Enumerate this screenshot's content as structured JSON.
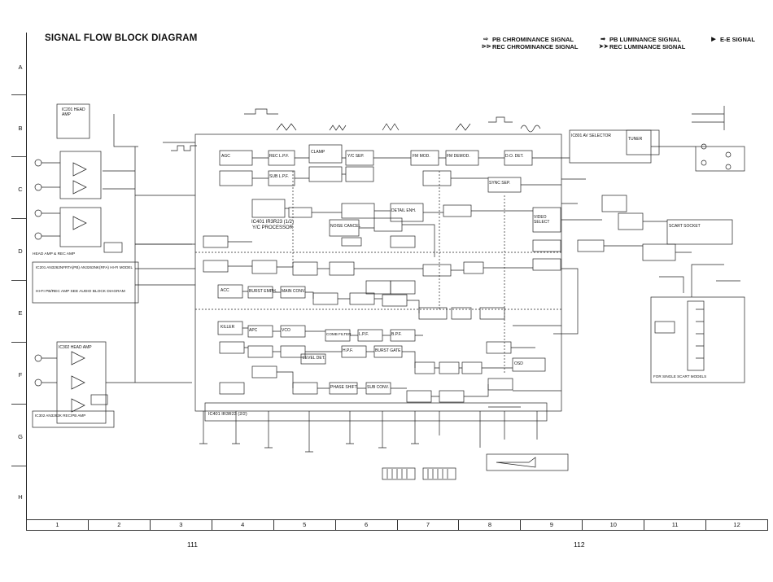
{
  "title": "SIGNAL FLOW BLOCK DIAGRAM",
  "legend": [
    {
      "symbol": "⇨",
      "label": "PB CHROMINANCE SIGNAL"
    },
    {
      "symbol": "⊳⊳",
      "label": "REC CHROMINANCE SIGNAL"
    },
    {
      "symbol": "➡",
      "label": "PB LUMINANCE SIGNAL"
    },
    {
      "symbol": "➤➤",
      "label": "REC LUMINANCE SIGNAL"
    },
    {
      "symbol": "▶",
      "label": "E-E SIGNAL"
    }
  ],
  "row_labels": [
    "A",
    "B",
    "C",
    "D",
    "E",
    "F",
    "G",
    "H"
  ],
  "column_labels": [
    "1",
    "2",
    "3",
    "4",
    "5",
    "6",
    "7",
    "8",
    "9",
    "10",
    "11",
    "12"
  ],
  "page_left": "111",
  "page_right": "112",
  "blocks": {
    "ic_main": "IC401 IR3R23 (1/2) Y/C PROCESSOR",
    "ic_bottom": "IC401 IR3R23 (2/2)",
    "agc": "AGC",
    "rec_lpf": "REC L.P.F.",
    "clamp": "CLAMP",
    "ycomb": "Y/C SEP.",
    "sub_lpf": "SUB L.P.F.",
    "fm_mod": "FM MOD.",
    "fm_demod": "FM DEMOD.",
    "dropout": "D.O. DET.",
    "noise_canc": "NOISE CANCEL",
    "detail": "DETAIL ENH.",
    "video_select": "VIDEO SELECT",
    "tuner": "TUNER",
    "sync_sep": "SYNC SEP.",
    "acc": "ACC",
    "burst_emph": "BURST EMPH.",
    "main_conv": "MAIN CONV.",
    "killer": "KILLER",
    "apc": "APC",
    "vco": "VCO",
    "comb_filter": "COMB FILTER",
    "lpf": "L.P.F.",
    "bpf": "B.P.F.",
    "hpf": "H.P.F.",
    "head_amp_note": "HEAD AMP & REC AMP",
    "osd": "OSD",
    "level_det": "LEVEL DET.",
    "burst_gate": "BURST GATE",
    "phase_shift": "PHASE SHIFT",
    "sub_conv": "SUB CONV.",
    "ic201": "IC201 HEAD AMP",
    "ic302": "IC302 HEAD AMP",
    "ic_right": "IC801 AV SELECTOR",
    "scart": "SCART SOCKET",
    "scart_note": "FOR SINGLE SCART MODELS",
    "note_left": "HI-FI PB/REC AMP SEE AUDIO BLOCK DIAGRAM",
    "note_ic201": "IC201 AN3262NFRTA(PB) AN3263NK(RFA) HI-FI MODEL",
    "note_ic302": "IC302 AN3262K REC/PB AMP"
  }
}
